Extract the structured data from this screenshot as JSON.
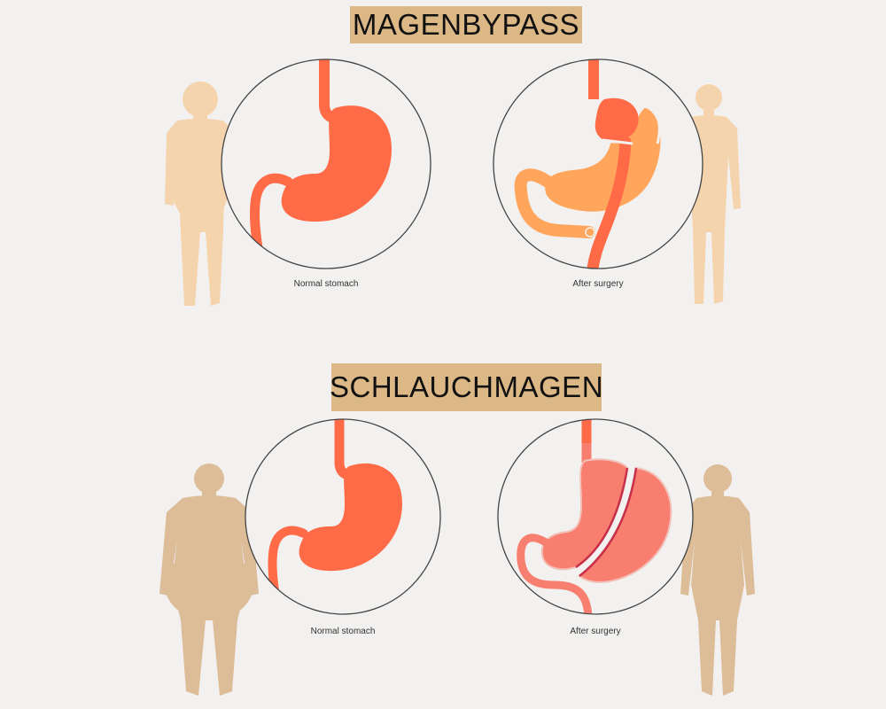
{
  "sections": [
    {
      "title": "MAGENBYPASS",
      "before_caption": "Normal stomach",
      "after_caption": "After surgery"
    },
    {
      "title": "SCHLAUCHMAGEN",
      "before_caption": "Normal stomach",
      "after_caption": "After surgery"
    }
  ],
  "colors": {
    "background": "#f2f1f0",
    "title_box": "#dcb887",
    "stomach": "#ff6b47",
    "bypassed_stomach": "#ffa55c",
    "sleeve_stomach": "#f87f70",
    "staple_line": "#c73048",
    "silhouette_top": "#f5d3ad",
    "silhouette_bottom": "#ddbc98",
    "circle_stroke": "#444444"
  }
}
